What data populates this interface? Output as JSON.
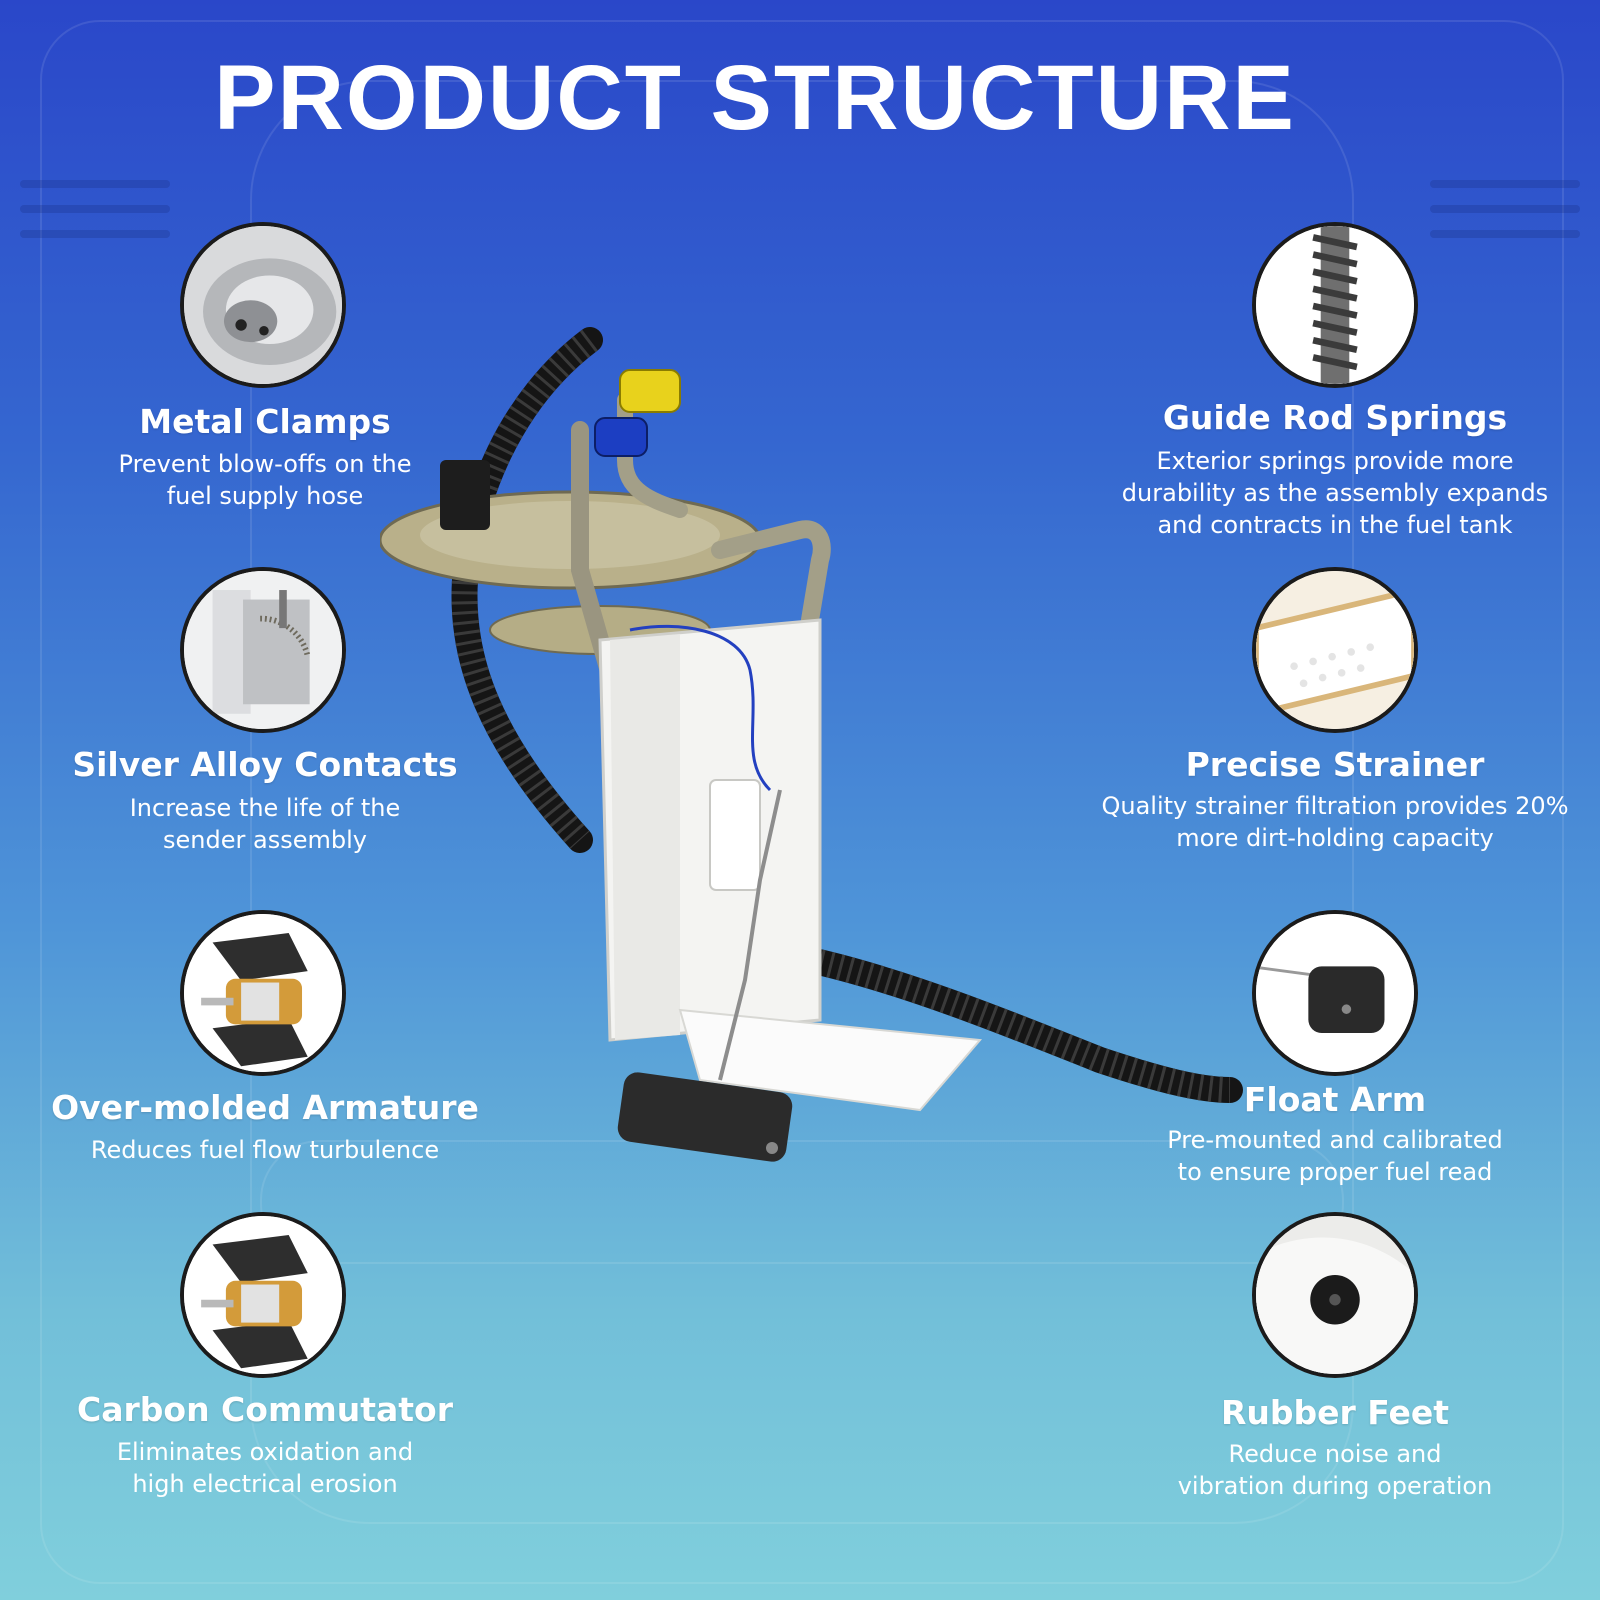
{
  "page": {
    "title": "PRODUCT STRUCTURE",
    "colors": {
      "background_top": "#2a47c9",
      "background_bottom": "#80cfdc",
      "text": "#ffffff",
      "thumb_border": "#1b1b1b"
    }
  },
  "features_left": [
    {
      "title": "Metal Clamps",
      "description": "Prevent blow-offs on the\nfuel supply hose",
      "icon": "metal-clamp-icon"
    },
    {
      "title": "Silver Alloy Contacts",
      "description": "Increase the life of the\nsender assembly",
      "icon": "silver-contacts-icon"
    },
    {
      "title": "Over-molded Armature",
      "description": "Reduces fuel flow turbulence",
      "icon": "armature-icon"
    },
    {
      "title": "Carbon Commutator",
      "description": "Eliminates oxidation and\nhigh electrical erosion",
      "icon": "commutator-icon"
    }
  ],
  "features_right": [
    {
      "title": "Guide Rod Springs",
      "description": "Exterior springs provide more\ndurability as the assembly expands\nand contracts in the fuel tank",
      "icon": "spring-icon"
    },
    {
      "title": "Precise Strainer",
      "description": "Quality strainer filtration provides 20%\nmore dirt-holding capacity",
      "icon": "strainer-icon"
    },
    {
      "title": "Float Arm",
      "description": "Pre-mounted and calibrated\nto ensure proper fuel read",
      "icon": "float-icon"
    },
    {
      "title": "Rubber Feet",
      "description": "Reduce noise and\nvibration during operation",
      "icon": "rubber-foot-icon"
    }
  ]
}
